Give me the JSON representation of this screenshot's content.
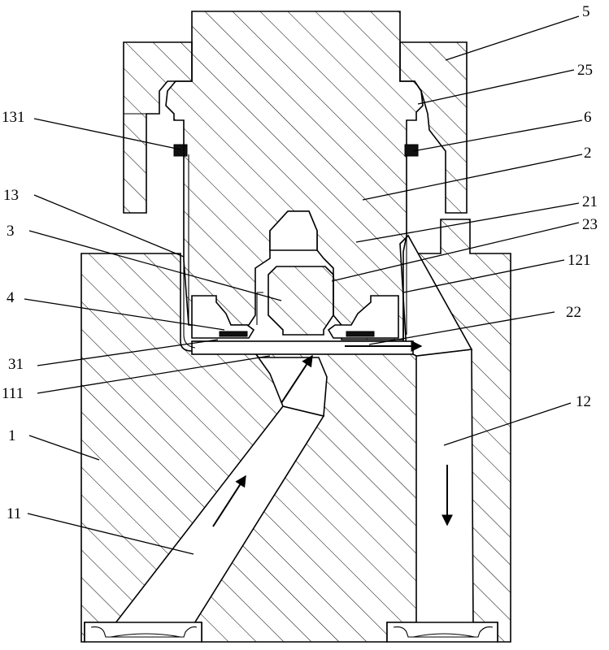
{
  "callouts": {
    "c5": "5",
    "c25": "25",
    "c131": "131",
    "c6": "6",
    "c2": "2",
    "c13": "13",
    "c21": "21",
    "c23": "23",
    "c3": "3",
    "c121": "121",
    "c4": "4",
    "c22": "22",
    "c31": "31",
    "c111": "111",
    "c1": "1",
    "c12": "12",
    "c11": "11"
  },
  "icons": {
    "flow_arrow": "flow-arrow-icon"
  }
}
